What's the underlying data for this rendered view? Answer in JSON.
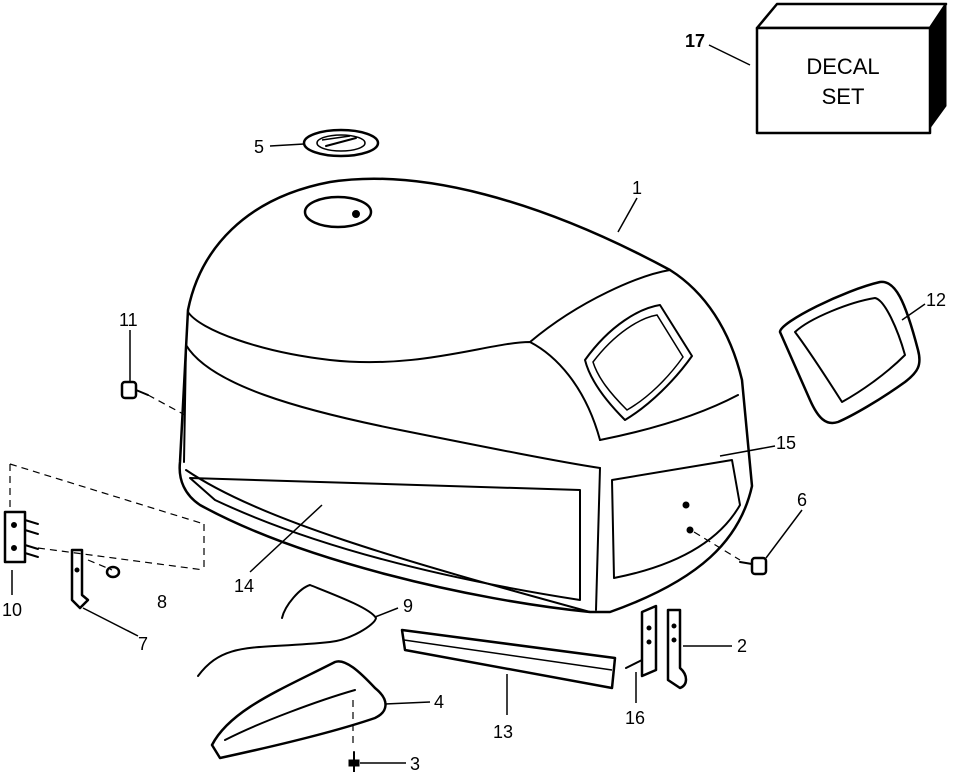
{
  "callouts": {
    "c1": "1",
    "c2": "2",
    "c3": "3",
    "c4": "4",
    "c5": "5",
    "c6": "6",
    "c7": "7",
    "c8": "8",
    "c9": "9",
    "c10": "10",
    "c11": "11",
    "c12": "12",
    "c13": "13",
    "c14": "14",
    "c15": "15",
    "c16": "16",
    "c17": "17"
  },
  "decal_box": {
    "line1": "DECAL",
    "line2": "SET"
  }
}
